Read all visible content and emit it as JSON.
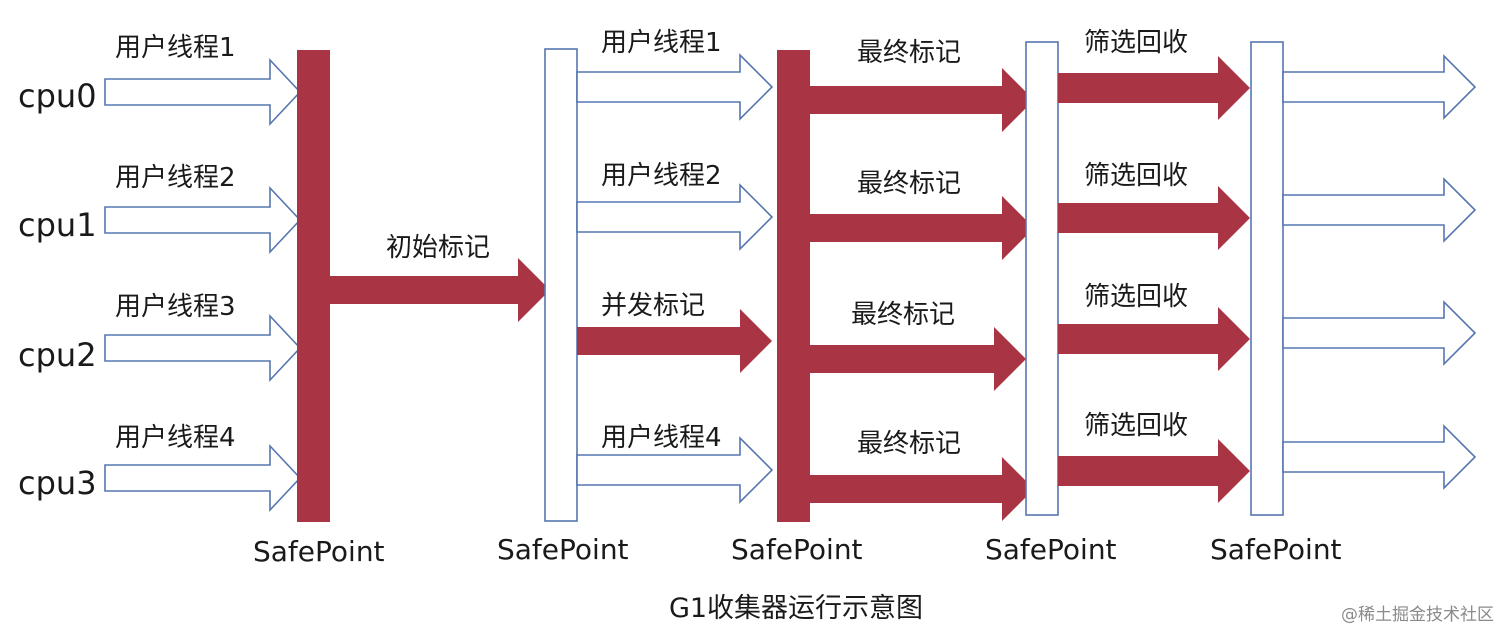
{
  "colors": {
    "accent": "#a83444",
    "outline": "#5676b0"
  },
  "cpus": [
    "cpu0",
    "cpu1",
    "cpu2",
    "cpu3"
  ],
  "stage1": {
    "threads": [
      "用户线程1",
      "用户线程2",
      "用户线程3",
      "用户线程4"
    ]
  },
  "initial_mark": "初始标记",
  "stage2": {
    "items": [
      "用户线程1",
      "用户线程2",
      "并发标记",
      "用户线程4"
    ]
  },
  "stage3": {
    "items": [
      "最终标记",
      "最终标记",
      "最终标记",
      "最终标记"
    ]
  },
  "stage4": {
    "items": [
      "筛选回收",
      "筛选回收",
      "筛选回收",
      "筛选回收"
    ]
  },
  "safepoint_label": "SafePoint",
  "title": "G1收集器运行示意图",
  "watermark": "@稀土掘金技术社区"
}
